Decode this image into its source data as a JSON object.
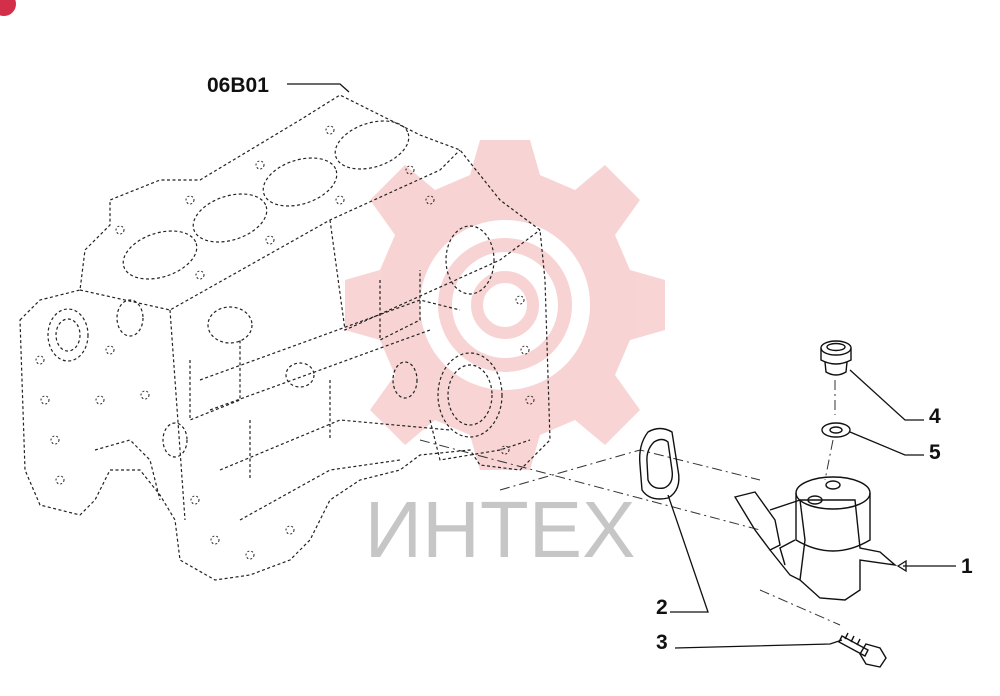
{
  "diagram": {
    "block_reference": "06B01",
    "watermark_text": "ИНТЕХ",
    "callouts": [
      {
        "id": "1",
        "label": "1"
      },
      {
        "id": "2",
        "label": "2"
      },
      {
        "id": "3",
        "label": "3"
      },
      {
        "id": "4",
        "label": "4"
      },
      {
        "id": "5",
        "label": "5"
      }
    ],
    "colors": {
      "watermark_gear": "#f0a0a0",
      "watermark_text": "#bdbdbd",
      "linework": "#111111",
      "corner_badge": "#d32f4a"
    }
  }
}
